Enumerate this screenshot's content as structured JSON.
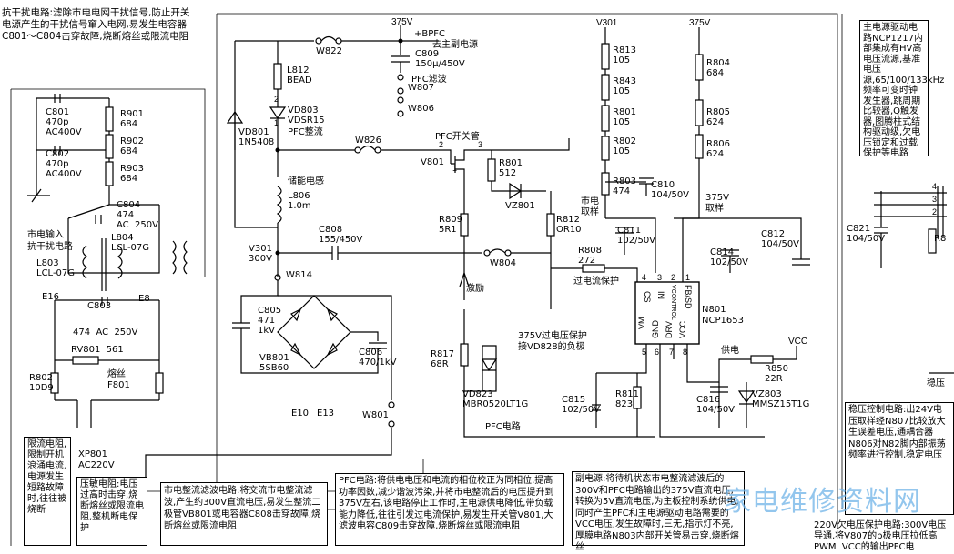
{
  "notes": {
    "anti_interference": "抗干扰电路:滤除市电电网干扰信号,防止开关电源产生的干扰信号窜入电网,易发生电容器C801～C804击穿故障,烧断熔丝或限流电阻",
    "rv801": "限流电阻,限制开机浪涌电流,电源发生短路故障时,往往被烧断",
    "thermistor": "压敏电阻:电压过高时击穿,烧断熔丝或限流电阻,整机断电保护",
    "rectifier": "市电整流滤波电路:将交流市电整流滤波,产生约300V直流电压,易发生整流二极管VB801或电容器C808击穿故障,烧断熔丝或限流电阻",
    "pfc": "PFC电路:将供电电压和电流的相位校正为同相位,提高功率因数,减少谐波污染,并将市电整流后的电压提升到375V左右,该电路停止工作时,主电源供电降低,带负载能力降低,往往引发过电流保护,易发生开关管V801,大滤波电容C809击穿故障,烧断熔丝或限流电阻",
    "sub_power": "副电源:将待机状态市电整流滤波后的300V和PFC电路输出的375V直流电压,转换为5V直流电压,为主板控制系统供电,同时产生PFC和主电源驱动电路需要的VCC电压,发生故障时,三无,指示灯不亮,厚膜电路N803内部开关管易击穿,烧断熔丝",
    "main_driver": "主电源驱动电路NCP1217内部集成有HV高电压流源,基准电压源,65/100/133kHz频率可变时钟发生器,跳周期比较器,Q触发器,图腾柱式结构驱动级,欠电压锁定和过载保护等电路",
    "voltage_ctrl": "稳压控制电路:出24V电压取样经N807比较放大生误差电压,通耦合器N806对N82脚内部振荡频率进行控制,稳定电压",
    "overvoltage_220": "220V欠电压保护电路:300V电压导通,将V807的b极电压拉低高PWM  VCC的输出PFC电"
  },
  "labels": {
    "pfc_switch": "PFC开关管",
    "pfc_filter": "PFC滤波",
    "pfc_rect": "PFC整流",
    "storage_inductor": "储能电感",
    "to_sub_power": "去主副电源",
    "bpfc": "+BPFC",
    "mains_input": "市电输入\n抗干扰电路",
    "excitation": "激励",
    "ov_protect": "375V过电压保护\n接VD828的负极",
    "oc_protect": "过电流保护",
    "mains_sample": "市电\n取样",
    "sample_375": "375V\n取样",
    "pfc_circuit": "PFC电路",
    "supply": "供电",
    "voltage_reg": "稳压"
  },
  "nets": {
    "v375_a": "375V",
    "v375_b": "375V",
    "v301_top": "V301",
    "v301_mid": "V301\n300V",
    "vcc": "VCC",
    "ac220": "XP801\nAC220V"
  },
  "components": {
    "w822": "W822",
    "c809": "C809\n150μ/450V",
    "w807": "W807",
    "w806": "W806",
    "l812": "L812\nBEAD",
    "vd803": "VD803\nVDSR15",
    "vd801": "VD801\n1N5408",
    "w826": "W826",
    "v801": "V801",
    "r801": "R801\n512",
    "vz801": "VZ801",
    "r809": "R809\n5R1",
    "r812": "R812\nOR10",
    "l806": "L806\n1.0m",
    "c808": "C808\n155/450V",
    "w814": "W814",
    "w804": "W804",
    "r808": "R808\n272",
    "c805": "C805\n471\n1kV",
    "vb801": "VB801\n5SB60",
    "c806": "C806\n470/1kV",
    "r817": "R817\n68R",
    "vd823": "VD823\nMBR0520LT1G",
    "e10": "E10",
    "e13": "E13",
    "w801": "W801",
    "r813": "R813\n105",
    "r843": "R843\n105",
    "r801b": "R801\n105",
    "r802b": "R802\n105",
    "r803": "R803\n474",
    "c810": "C810\n104/50V",
    "c811": "C811\n102/50V",
    "r804": "R804\n684",
    "r805": "R805\n624",
    "r806": "R806\n624",
    "c812": "C812\n104/50V",
    "c814": "C814\n102/50V",
    "n801": "N801\nNCP1653",
    "r811": "R811\n823",
    "c815": "C815\n102/50V",
    "c816": "C816\n104/50V",
    "vz803": "VZ803\nMMSZ15T1G",
    "r850": "R850\n22R",
    "c801": "C801\n470p\nAC400V",
    "c802": "C802\n470p\nAC400V",
    "r901": "R901\n684",
    "r902": "R902\n684",
    "r903": "R903\n684",
    "c804": "C804\n474\nAC  250V",
    "l803": "L803\nLCL-07G",
    "l804": "L804\nLCL-07G",
    "e16": "E16",
    "e8": "E8",
    "c803": "C803",
    "c803v": "474  AC  250V",
    "rv801": "RV801  561",
    "r802": "R802\n10D9",
    "f801": "熔丝\nF801",
    "c821": "C821\n104/50V",
    "r8": "R8"
  },
  "pins": {
    "cs": "CS",
    "in": "IN",
    "vm": "VM",
    "gnd": "GND",
    "drv": "DRV",
    "vctl": "VCONTROL",
    "vcc": "VCC",
    "fbsd": "FB/SD",
    "p1": "1",
    "p2": "2",
    "p3": "3",
    "p4": "4",
    "p5": "5",
    "p6": "6",
    "p7": "7",
    "p8": "8"
  },
  "watermark": "家电维修资料网"
}
